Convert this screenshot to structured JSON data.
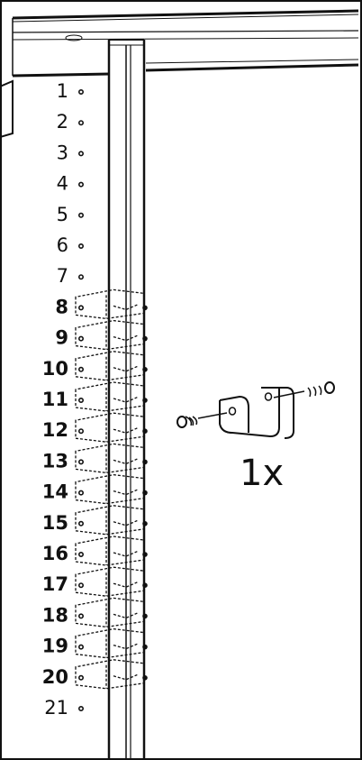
{
  "diagram": {
    "hole_numbers": [
      "1",
      "2",
      "3",
      "4",
      "5",
      "6",
      "7",
      "8",
      "9",
      "10",
      "11",
      "12",
      "13",
      "14",
      "15",
      "16",
      "17",
      "18",
      "19",
      "20",
      "21"
    ],
    "bracket_rows": [
      "8",
      "9",
      "10",
      "11",
      "12",
      "13",
      "14",
      "15",
      "16",
      "17",
      "18",
      "19",
      "20"
    ],
    "quantity_label": "1x"
  },
  "colors": {
    "ink": "#111111",
    "paper": "#ffffff"
  }
}
